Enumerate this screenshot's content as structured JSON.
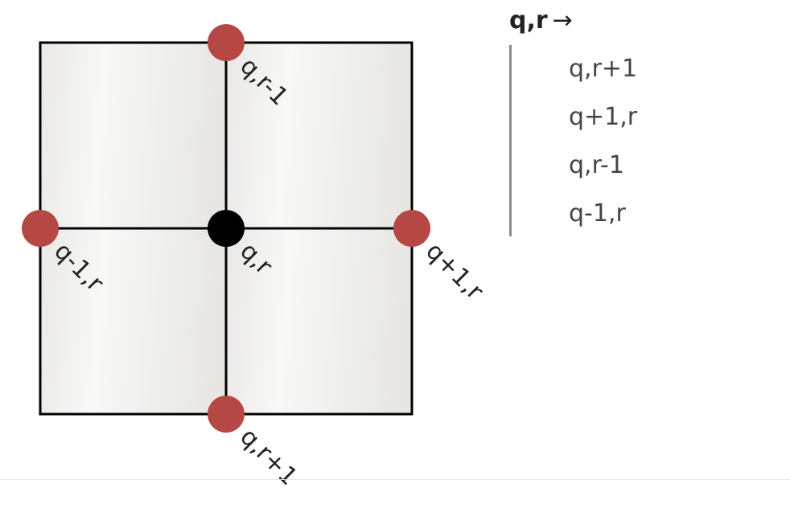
{
  "center_node": {
    "label": "q,r",
    "color": "#000000"
  },
  "neighbor_nodes": {
    "top": {
      "label": "q,r-1",
      "color": "#b54745"
    },
    "left": {
      "label": "q-1,r",
      "color": "#b54745"
    },
    "right": {
      "label": "q+1,r",
      "color": "#b54745"
    },
    "bottom": {
      "label": "q,r+1",
      "color": "#b54745"
    }
  },
  "cell_fill": "#eeeeec",
  "neighbor_panel": {
    "title": "q,r",
    "arrow": "→",
    "items": [
      "q,r+1",
      "q+1,r",
      "q,r-1",
      "q-1,r"
    ]
  }
}
